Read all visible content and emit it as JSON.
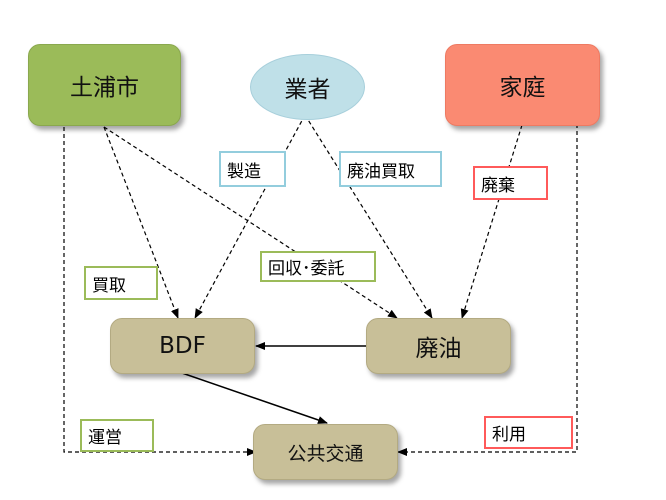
{
  "nodes": {
    "tsuchiura": "土浦市",
    "gyousha": "業者",
    "katei": "家庭",
    "bdf": "BDF",
    "haiyu": "廃油",
    "koukyou": "公共交通"
  },
  "labels": {
    "seizou": "製造",
    "haiyu_kaitori": "廃油買取",
    "haiki": "廃棄",
    "kaitori": "買取",
    "kaishu_itaku": "回収･委託",
    "unei": "運営",
    "riyou": "利用"
  },
  "colors": {
    "city": "#9bbb59",
    "vendor": "#bfe0e8",
    "household": "#fa8a72",
    "process": "#c8bf98",
    "label_green": "#9bbb59",
    "label_blue": "#93cddd",
    "label_red": "#ff5a5a"
  }
}
